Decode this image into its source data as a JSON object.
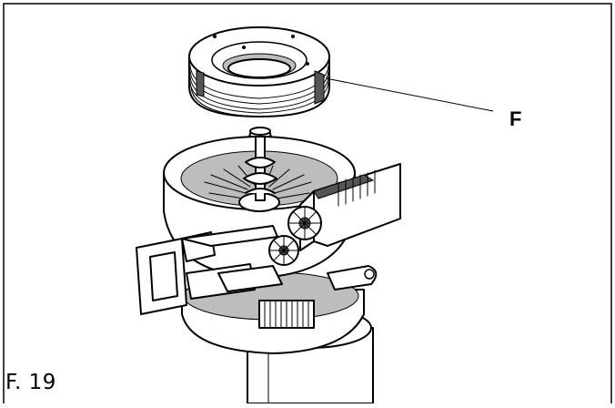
{
  "figure": {
    "label": "F. 19",
    "callouts": [
      {
        "letter": "F",
        "part": "grinder-adjustment-ring"
      }
    ],
    "colors": {
      "line": "#000000",
      "background": "#ffffff",
      "shade": "#bdbdbd"
    }
  }
}
